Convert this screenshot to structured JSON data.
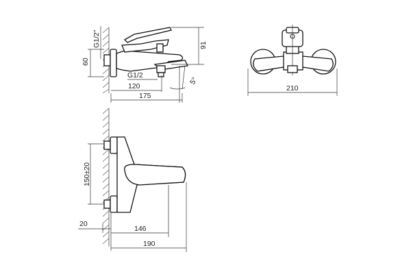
{
  "drawing": {
    "side_view": {
      "dim_thread_inlet": "G1/2\"",
      "dim_height_60": "60",
      "dim_thread_outlet": "G1/2",
      "dim_depth_120": "120",
      "dim_angle": "5°",
      "dim_depth_175": "175",
      "dim_height_91": "91"
    },
    "front_view": {
      "dim_width_210": "210"
    },
    "top_view": {
      "dim_spacing": "150±20",
      "dim_wall_20": "20",
      "dim_depth_146": "146",
      "dim_depth_190": "190"
    }
  }
}
